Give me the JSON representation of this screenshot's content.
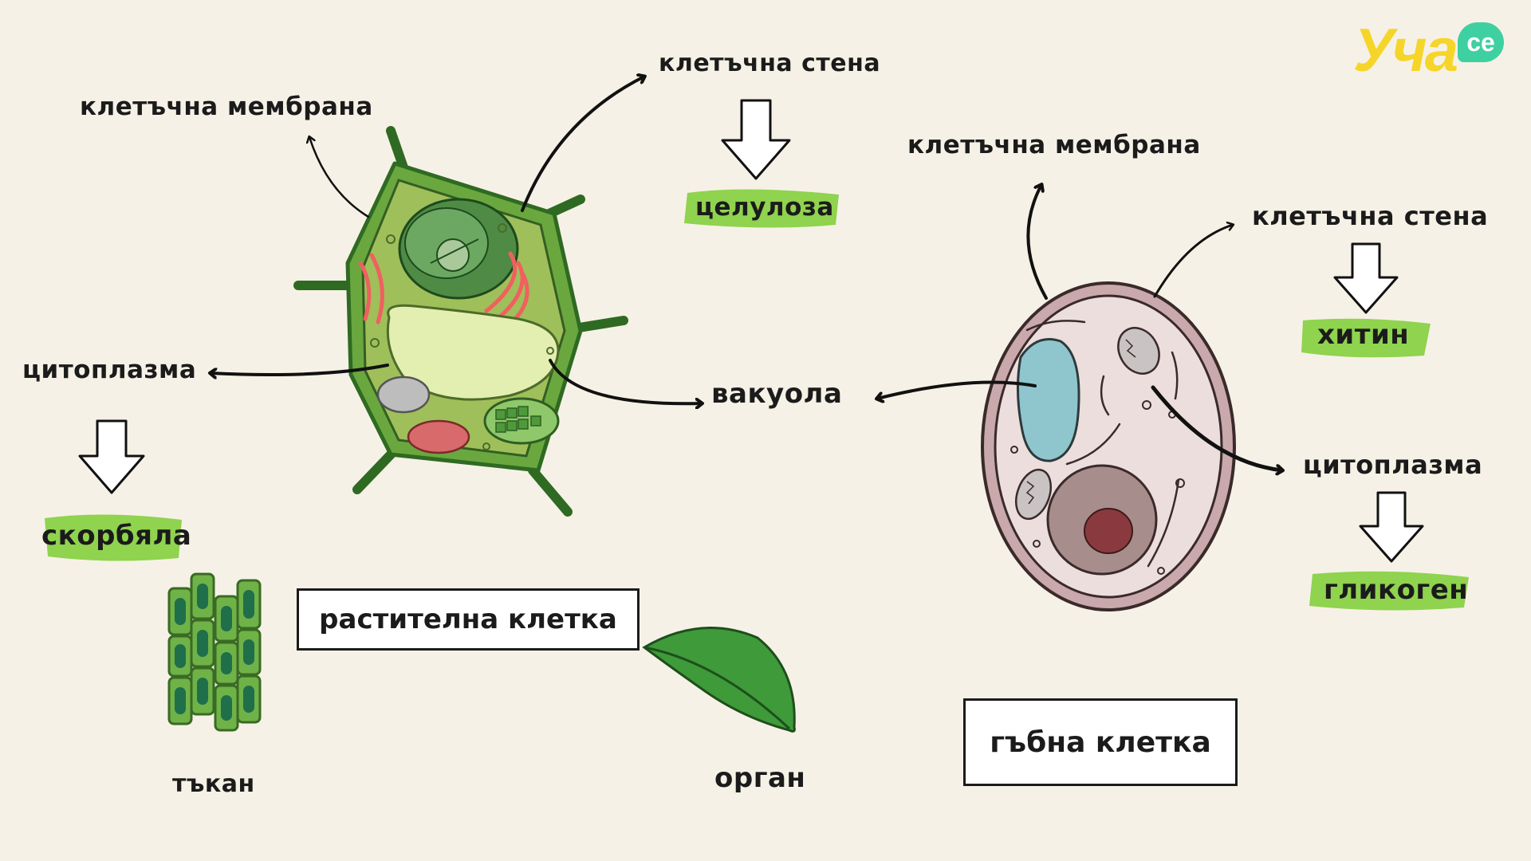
{
  "logo": {
    "main": "Уча",
    "badge": "се"
  },
  "plant": {
    "membrane": "клетъчна мембрана",
    "wall": "клетъчна стена",
    "wall_material": "целулоза",
    "cytoplasm": "цитоплазма",
    "cytoplasm_material": "скорбяла",
    "vacuole": "вакуола",
    "title": "растителна клетка",
    "tissue": "тъкан",
    "organ": "орган"
  },
  "fungal": {
    "membrane": "клетъчна мембрана",
    "wall": "клетъчна стена",
    "wall_material": "хитин",
    "cytoplasm": "цитоплазма",
    "cytoplasm_material": "гликоген",
    "title": "гъбна клетка"
  },
  "colors": {
    "background": "#f6f1e6",
    "highlight": "#8fd34e",
    "plant_wall": "#3f8a2c",
    "plant_cytoplasm": "#9fbf5a",
    "vacuole": "#e3efb0",
    "fungal_wall": "#c9a9ab",
    "fungal_cytoplasm": "#ecdedd",
    "fungal_vacuole": "#8fc6cd",
    "logo_yellow": "#f6d52a",
    "logo_green": "#3ed0a0"
  }
}
